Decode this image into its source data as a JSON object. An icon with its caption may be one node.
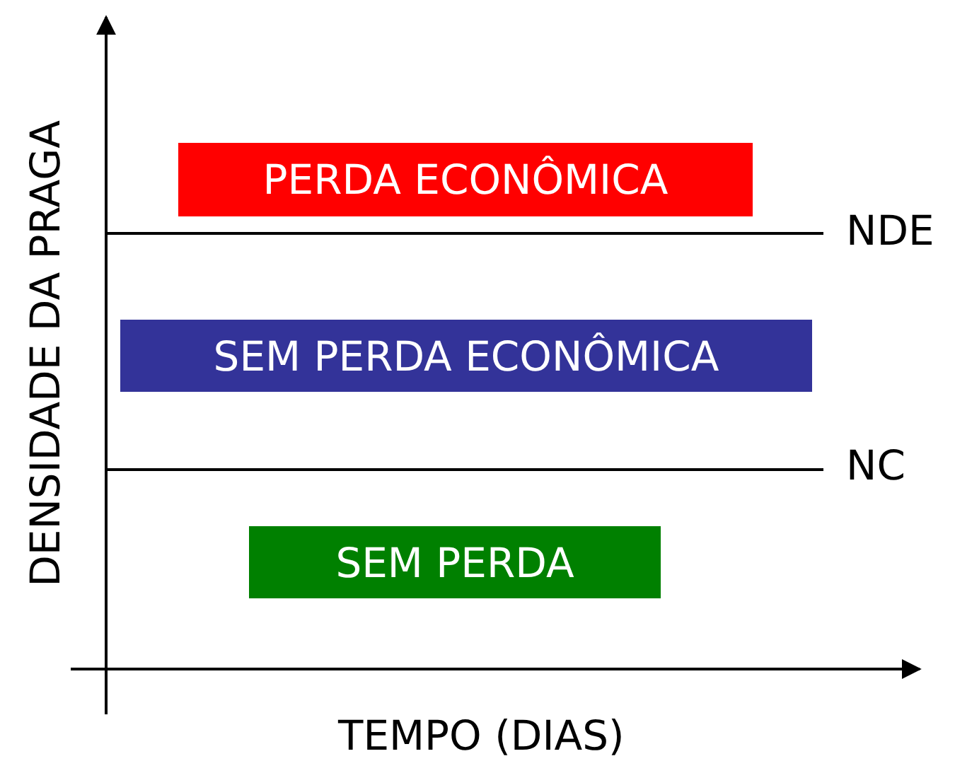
{
  "diagram": {
    "nodes": [
      {
        "text": [
          "PERDA ECONÔMICA"
        ]
      },
      {
        "text": [
          "SEM PERDA ECONÔMICA"
        ]
      },
      {
        "text": [
          "SEM PERDA"
        ]
      }
    ],
    "labels": [
      "DENSIDADE DA PRAGA",
      "NDE",
      "NC",
      "TEMPO (DIAS)"
    ]
  }
}
